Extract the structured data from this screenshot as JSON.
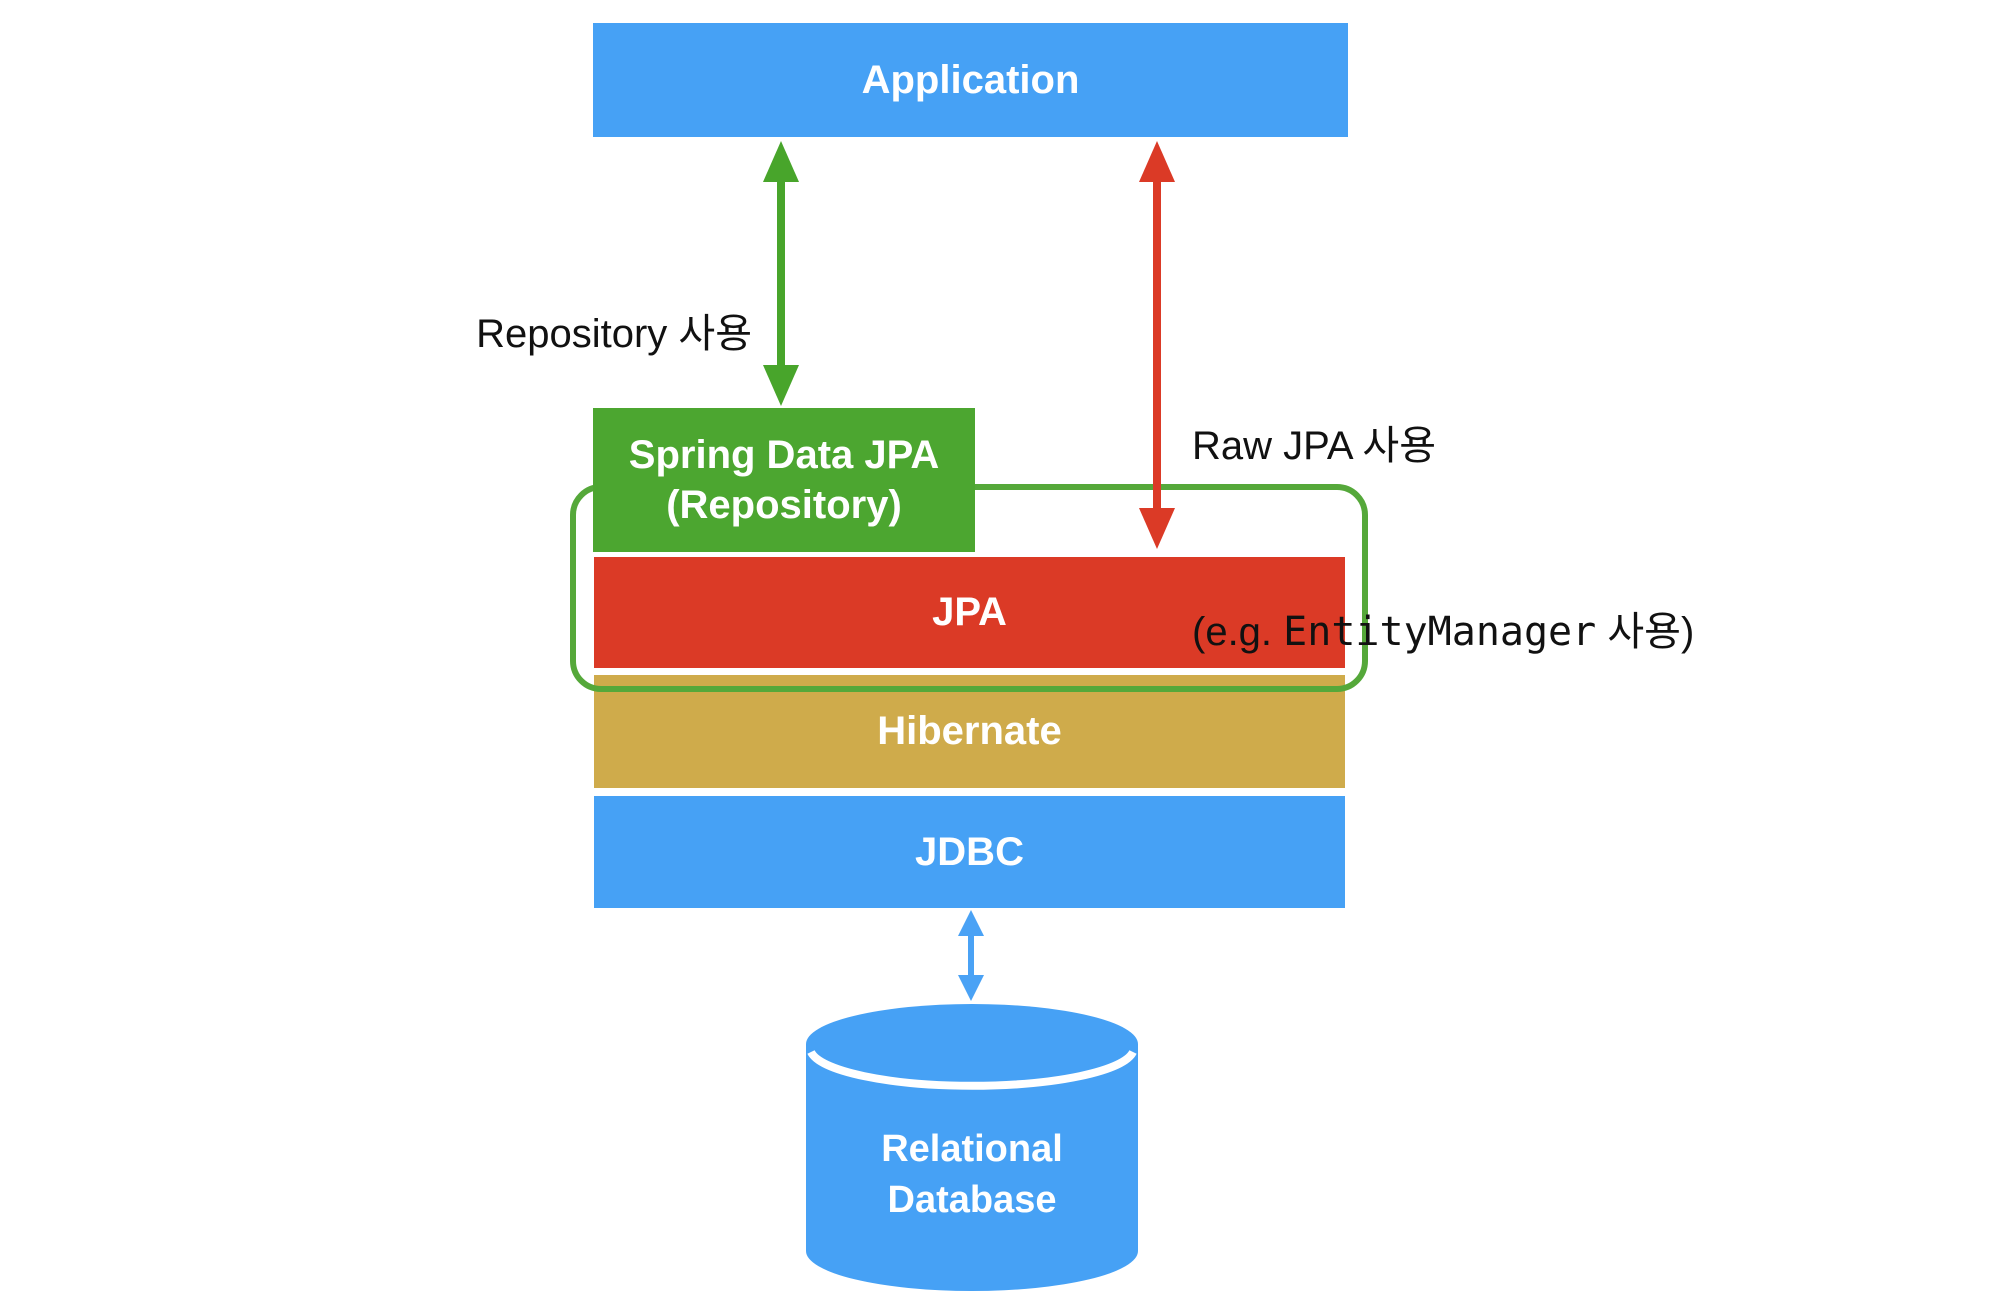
{
  "colors": {
    "background": "#FFFFFF",
    "blue": "#46A1F5",
    "arrow_blue": "#4AA2F5",
    "green": "#4CA630",
    "arrow_green": "#48A52B",
    "outline_green": "#55A83A",
    "red": "#DB3A26",
    "gold": "#CFAB4B",
    "text_dark": "#111111",
    "text_light": "#FFFFFF"
  },
  "nodes": {
    "application": {
      "label": "Application"
    },
    "spring_data_jpa": {
      "line1": "Spring Data JPA",
      "line2": "(Repository)"
    },
    "jpa": {
      "label": "JPA"
    },
    "hibernate": {
      "label": "Hibernate"
    },
    "jdbc": {
      "label": "JDBC"
    },
    "relational_database": {
      "line1": "Relational",
      "line2": "Database"
    }
  },
  "annotations": {
    "repository_usage": {
      "label": "Repository 사용"
    },
    "raw_jpa_usage": {
      "line1": "Raw JPA 사용",
      "line2_prefix": "(e.g. ",
      "line2_code": "EntityManager",
      "line2_suffix": " 사용)"
    }
  },
  "arrows": [
    {
      "name": "repository-arrow",
      "from": "Application",
      "to": "Spring Data JPA (Repository)",
      "direction": "bidirectional",
      "color": "green"
    },
    {
      "name": "raw-jpa-arrow",
      "from": "Application",
      "to": "JPA",
      "direction": "bidirectional",
      "color": "red"
    },
    {
      "name": "jdbc-database-arrow",
      "from": "JDBC",
      "to": "Relational Database",
      "direction": "bidirectional",
      "color": "blue"
    }
  ]
}
